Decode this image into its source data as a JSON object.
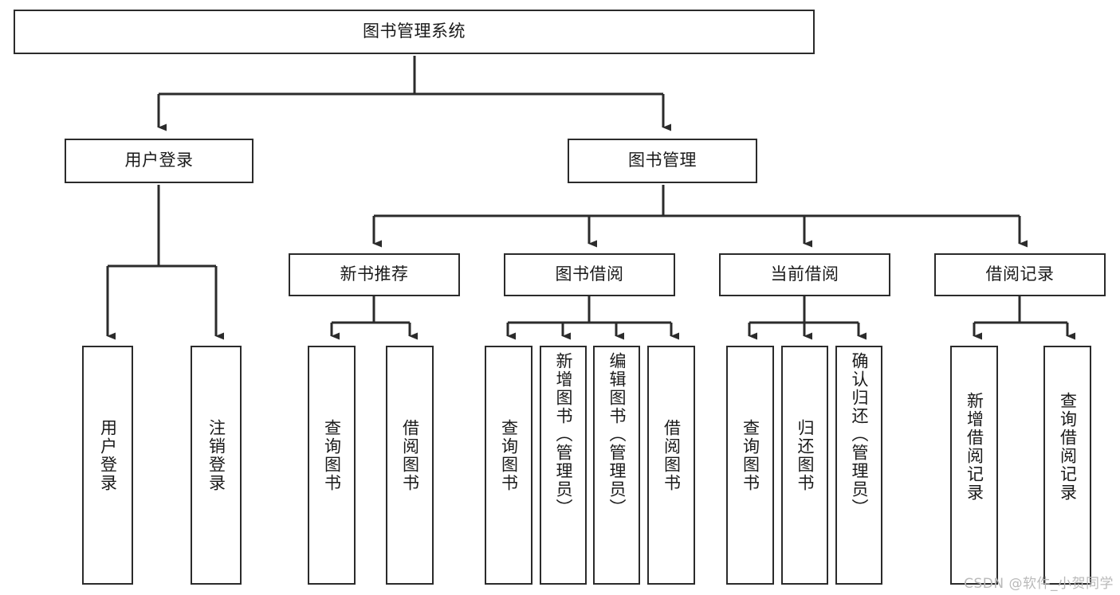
{
  "diagram": {
    "title": "图书管理系统",
    "type": "function-structure-tree",
    "watermark": "CSDN @软件_小贺同学",
    "colors": {
      "border": "#2b2b2b",
      "background": "#ffffff",
      "text": "#1a1a1a",
      "connector": "#2b2b2b",
      "watermark": "#b9b9b9"
    },
    "levels": {
      "root": {
        "label": "图书管理系统"
      },
      "level2": [
        {
          "label": "用户登录"
        },
        {
          "label": "图书管理"
        }
      ],
      "level3": [
        {
          "label": "新书推荐"
        },
        {
          "label": "图书借阅"
        },
        {
          "label": "当前借阅"
        },
        {
          "label": "借阅记录"
        }
      ]
    },
    "leaves": {
      "user_login": [
        {
          "label": "用户登录"
        },
        {
          "label": "注销登录"
        }
      ],
      "new_book_recommend": [
        {
          "label": "查询图书"
        },
        {
          "label": "借阅图书"
        }
      ],
      "book_borrow": [
        {
          "label": "查询图书"
        },
        {
          "label": "新增图书（管理员）"
        },
        {
          "label": "编辑图书（管理员）"
        },
        {
          "label": "借阅图书"
        }
      ],
      "current_borrow": [
        {
          "label": "查询图书"
        },
        {
          "label": "归还图书"
        },
        {
          "label": "确认归还（管理员）"
        }
      ],
      "borrow_record": [
        {
          "label": "新增借阅记录"
        },
        {
          "label": "查询借阅记录"
        }
      ]
    }
  }
}
